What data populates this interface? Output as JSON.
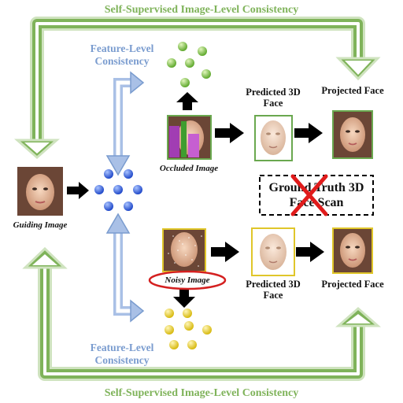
{
  "diagram": {
    "top_title": "Self-Supervised Image-Level Consistency",
    "bottom_title": "Self-Supervised Image-Level Consistency",
    "feature_top": "Feature-Level Consistency",
    "feature_bottom": "Feature-Level Consistency",
    "guiding_image": "Guiding Image",
    "occluded_image": "Occluded Image",
    "noisy_image": "Noisy Image",
    "predicted_top": "Predicted 3D Face",
    "predicted_bottom": "Predicted 3D Face",
    "projected_top": "Projected Face",
    "projected_bottom": "Projected Face",
    "ground_truth": "Ground Truth 3D Face Scan"
  },
  "colors": {
    "green": "#7fb35a",
    "blue": "#7a9ccf",
    "node_blue": "#2c55d8",
    "node_green": "#7cc33c",
    "node_yellow": "#f0d21c",
    "cross_red": "#e01b1b",
    "ellipse_red": "#d42020",
    "green_frame": "#6aa84f",
    "yellow_frame": "#e0c62a"
  },
  "icons": [
    "arrow-right-icon",
    "arrow-up-icon",
    "arrow-down-icon",
    "red-cross-icon",
    "face-image-icon"
  ]
}
